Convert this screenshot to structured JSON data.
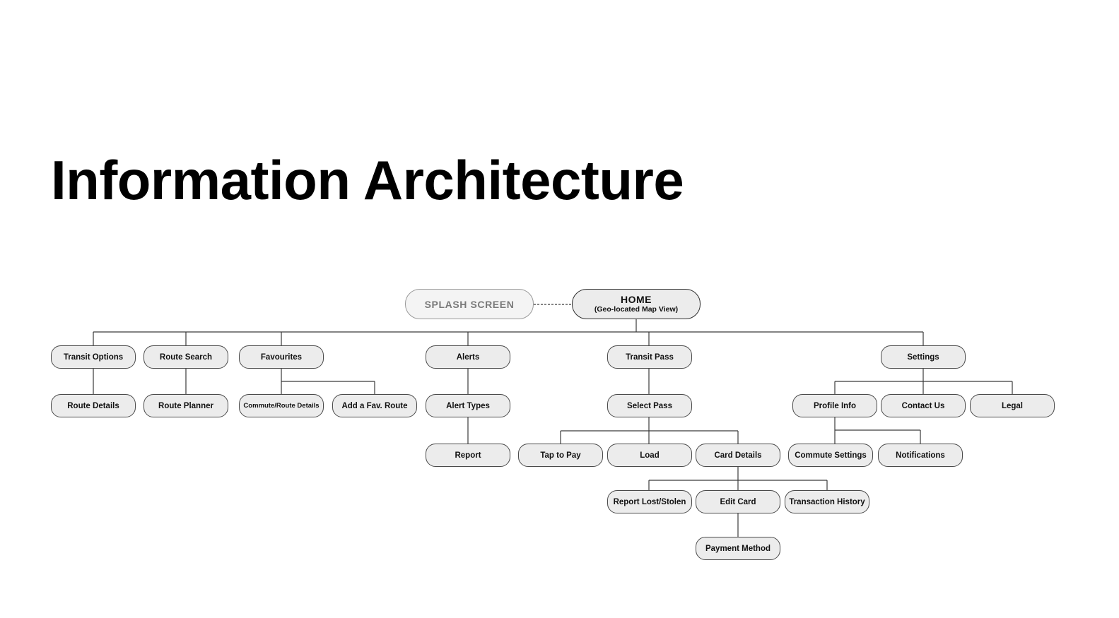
{
  "title": "Information Architecture",
  "colors": {
    "node_fill": "#ececec",
    "node_border": "#4a4a4a",
    "splash_text": "#7a7a7a",
    "connector": "#3a3a3a"
  },
  "diagram": {
    "splash": "SPLASH SCREEN",
    "home": {
      "label": "HOME",
      "sublabel": "(Geo-located Map View)"
    },
    "nodes": {
      "transit_options": "Transit Options",
      "route_search": "Route Search",
      "favourites": "Favourites",
      "alerts": "Alerts",
      "transit_pass": "Transit Pass",
      "settings": "Settings",
      "route_details": "Route Details",
      "route_planner": "Route Planner",
      "commute_route_details": "Commute/Route Details",
      "add_fav_route": "Add a Fav. Route",
      "alert_types": "Alert Types",
      "select_pass": "Select Pass",
      "profile_info": "Profile Info",
      "contact_us": "Contact Us",
      "legal": "Legal",
      "report": "Report",
      "tap_to_pay": "Tap to Pay",
      "load": "Load",
      "card_details": "Card Details",
      "commute_settings": "Commute Settings",
      "notifications": "Notifications",
      "report_lost_stolen": "Report Lost/Stolen",
      "edit_card": "Edit Card",
      "transaction_history": "Transaction History",
      "payment_method": "Payment Method"
    }
  }
}
